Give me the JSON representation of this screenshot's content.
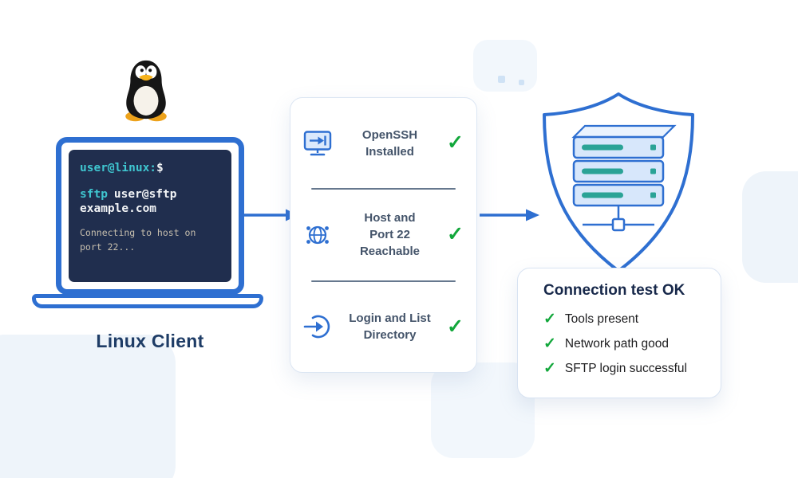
{
  "colors": {
    "accent_blue": "#2e6fd1",
    "check_green": "#12a73b",
    "terminal_bg": "#202e4e",
    "terminal_cyan": "#3fc6d0",
    "terminal_white": "#f2f4f6",
    "terminal_muted": "#c7bfae",
    "label_navy": "#1e3c66",
    "card_text": "#44546a",
    "server_indicator_teal": "#2aa396"
  },
  "client": {
    "mascot_icon": "tux-penguin-icon",
    "label": "Linux Client",
    "terminal": {
      "prompt_user": "user@linux:",
      "prompt_symbol": "$",
      "command_keyword": "sftp",
      "command_argument": "user@sftp",
      "command_wrap": "example.com",
      "status_line1": "Connecting to host on",
      "status_line2": "port 22..."
    }
  },
  "checklist": {
    "items": [
      {
        "icon": "openssh-monitor-icon",
        "label": "OpenSSH\nInstalled",
        "check": "✓"
      },
      {
        "icon": "network-globe-icon",
        "label": "Host and\nPort 22\nReachable",
        "check": "✓"
      },
      {
        "icon": "login-arrow-icon",
        "label": "Login and List\nDirectory",
        "check": "✓"
      }
    ]
  },
  "server": {
    "shield_icon": "shield-icon",
    "stack_icon": "server-stack-icon"
  },
  "result_card": {
    "title": "Connection test OK",
    "check": "✓",
    "items": [
      "Tools present",
      "Network path good",
      "SFTP login successful"
    ]
  }
}
